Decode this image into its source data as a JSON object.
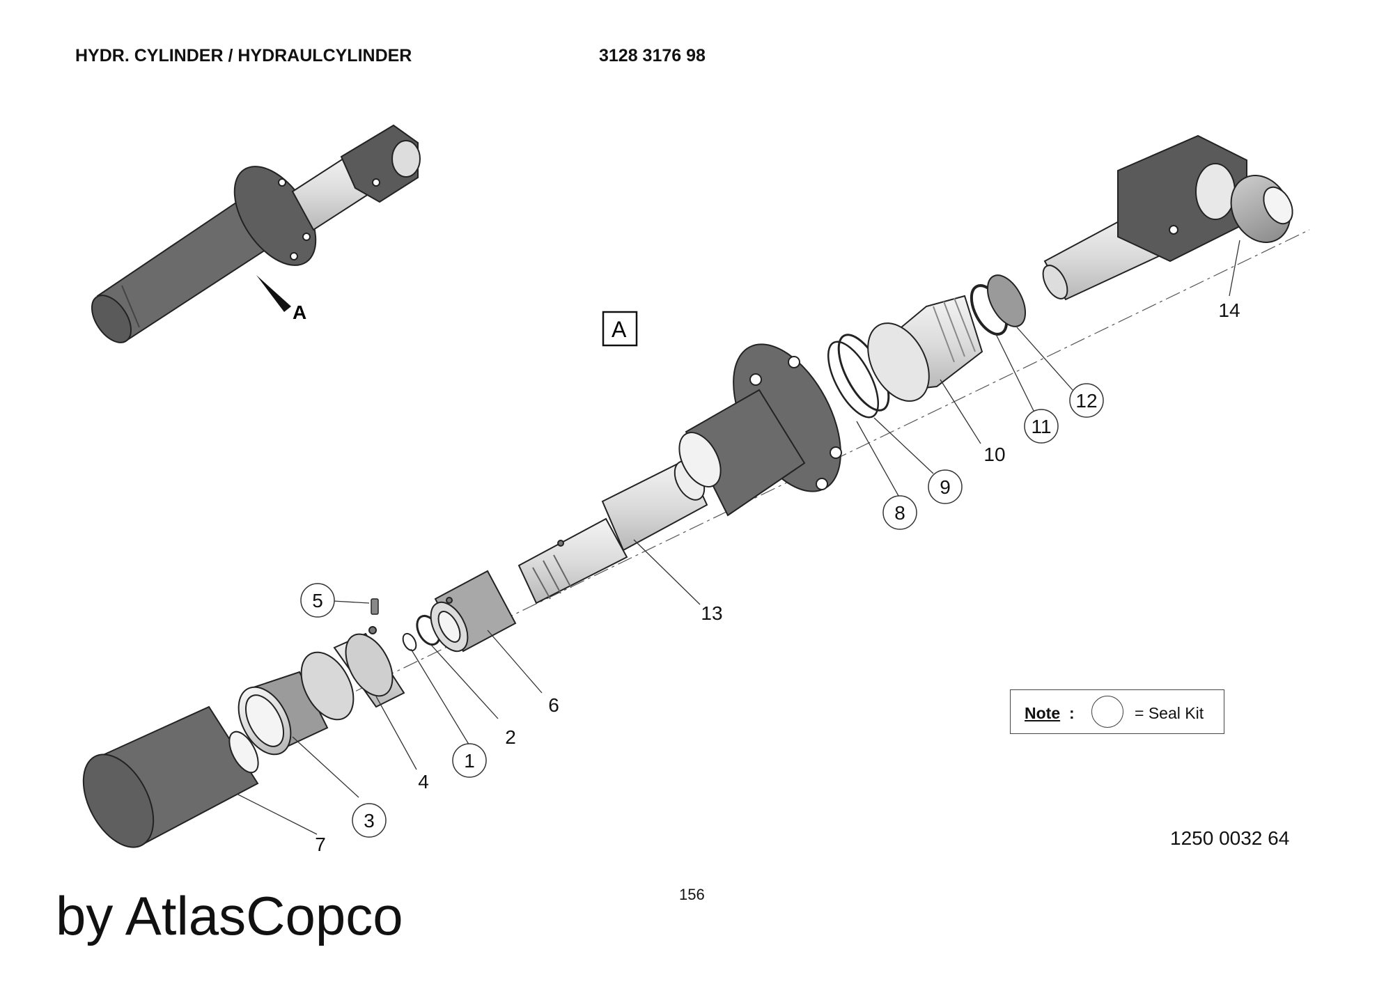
{
  "header": {
    "title": "HYDR. CYLINDER / HYDRAULCYLINDER",
    "part_number": "3128 3176 98"
  },
  "view_callout": {
    "arrow_label": "A",
    "detail_label": "A"
  },
  "callouts": [
    "1",
    "2",
    "3",
    "4",
    "5",
    "6",
    "7",
    "8",
    "9",
    "10",
    "11",
    "12",
    "13",
    "14"
  ],
  "note": {
    "label": "Note",
    "colon": ":",
    "text": "= Seal Kit"
  },
  "drawing_number": "1250 0032 64",
  "page_number": "156",
  "watermark": "by AtlasCopco"
}
